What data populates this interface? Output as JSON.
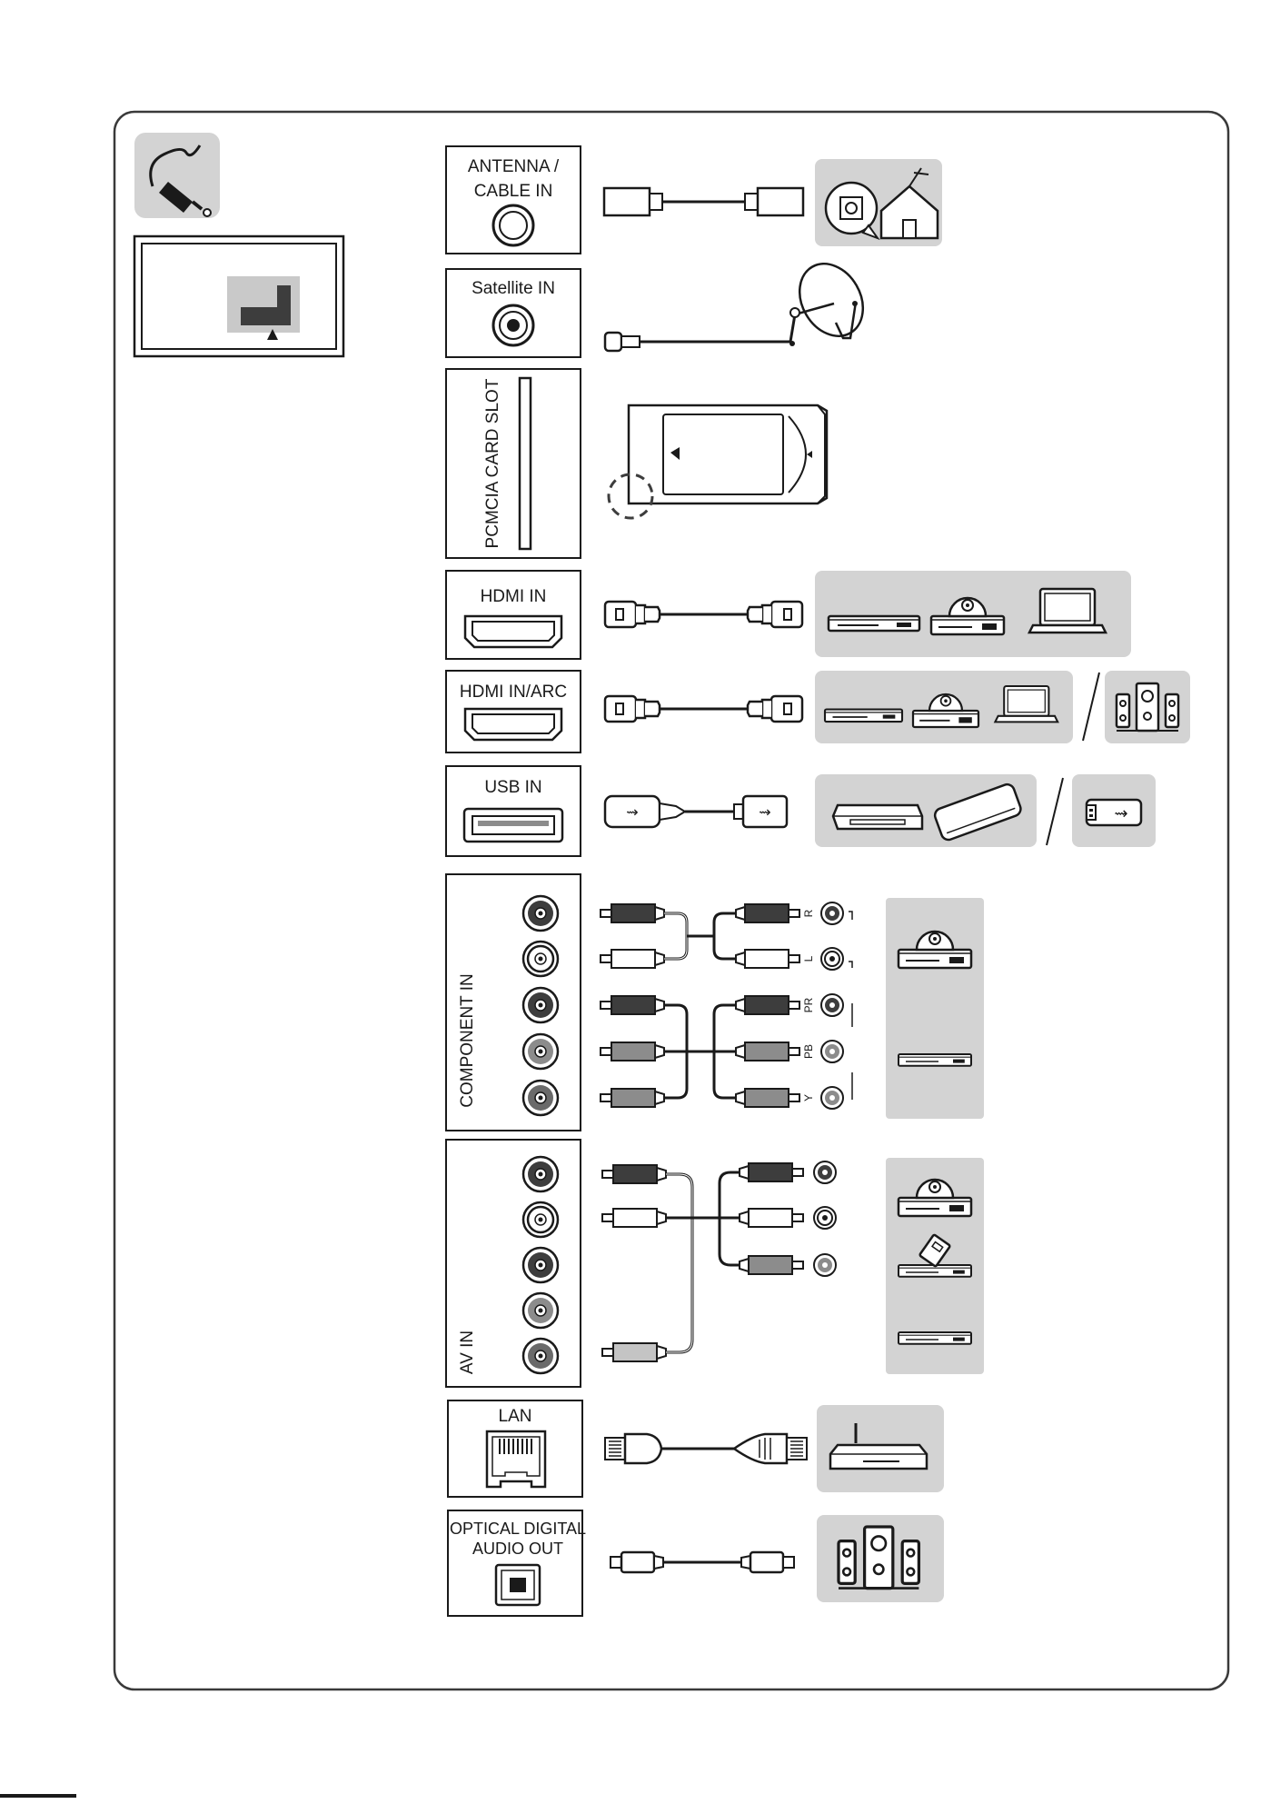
{
  "ports": {
    "antenna": {
      "line1": "ANTENNA /",
      "line2": "CABLE IN"
    },
    "satellite": "Satellite IN",
    "pcmcia": "PCMCIA CARD SLOT",
    "hdmi": "HDMI IN",
    "hdmi_arc": "HDMI IN/ARC",
    "usb": "USB IN",
    "component": "COMPONENT IN",
    "av": "AV IN",
    "lan": "LAN",
    "optical": {
      "line1": "OPTICAL DIGITAL",
      "line2": "AUDIO OUT"
    }
  },
  "component_labels": [
    "R",
    "L",
    "PR",
    "PB",
    "Y"
  ],
  "icons": {
    "cable": "cable-plug-icon",
    "tv_back": "tv-back-panel-icon",
    "antenna_house": "antenna-house-icon",
    "satellite_dish": "satellite-dish-icon",
    "ci_module": "ci-module-card-icon",
    "set_top_box": "set-top-box-icon",
    "dvd_player": "dvd-player-icon",
    "laptop": "laptop-icon",
    "speakers": "speaker-system-icon",
    "hdd": "external-hdd-icon",
    "usb_stick": "usb-stick-icon",
    "router": "router-icon",
    "vcr": "vcr-icon"
  },
  "colors": {
    "frame": "#3a3a3a",
    "panel_bg": "#d3d3d3",
    "jack_dark": "#3d3d3d",
    "jack_mid": "#8c8c8c"
  }
}
